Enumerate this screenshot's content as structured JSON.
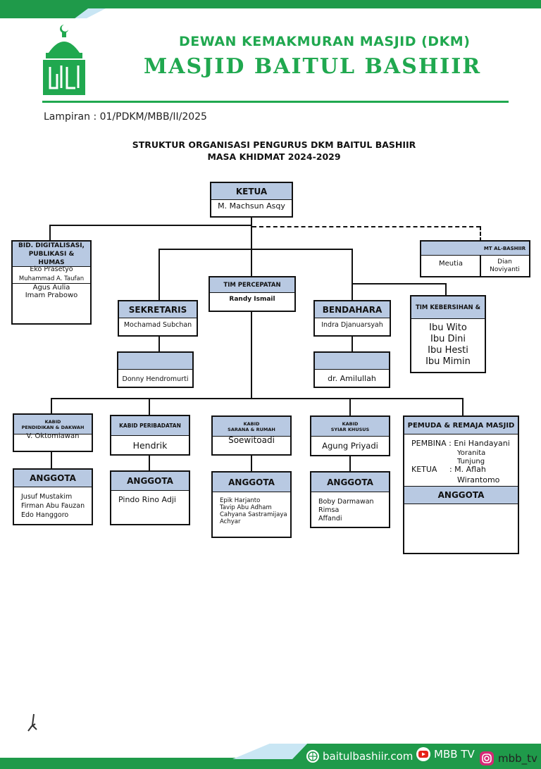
{
  "header": {
    "dkm": "DEWAN KEMAKMURAN MASJID (DKM)",
    "masjid": "MASJID BAITUL BASHIIR",
    "lampiran": "Lampiran : 01/PDKM/MBB/II/2025",
    "title_line1": "STRUKTUR ORGANISASI PENGURUS DKM BAITUL BASHIIR",
    "title_line2": "MASA KHIDMAT 2024-2029"
  },
  "ketua": {
    "title": "KETUA",
    "name": "M. Machsun Asqy"
  },
  "digital": {
    "title": "BID. DIGITALISASI, PUBLIKASI & HUMAS",
    "members": [
      "Eko Prasetyo",
      "Muhammad A. Taufan",
      "Agus Aulia",
      "Imam Prabowo"
    ]
  },
  "mt": {
    "title": "MT AL-BASHIIR",
    "left": "Meutia",
    "right1": "Dian",
    "right2": "Noviyanti"
  },
  "percepatan": {
    "title": "TIM PERCEPATAN",
    "name": "Randy Ismail"
  },
  "sekretaris": {
    "title": "SEKRETARIS",
    "name": "Mochamad Subchan",
    "deputy": "Donny Hendromurti"
  },
  "bendahara": {
    "title": "BENDAHARA",
    "name": "Indra Djanuarsyah",
    "deputy": "dr. Amilullah"
  },
  "kebersihan": {
    "title": "TIM KEBERSIHAN &",
    "members": [
      "Ibu Wito",
      "Ibu Dini",
      "Ibu Hesti",
      "Ibu Mimin"
    ]
  },
  "kabid": [
    {
      "t1": "KABID",
      "t2": "PENDIDIKAN & DAKWAH",
      "name": "V. Oktomiawan",
      "anggota": "ANGGOTA",
      "members": [
        "Jusuf Mustakim",
        "Firman Abu Fauzan",
        "Edo Hanggoro"
      ]
    },
    {
      "t1": "KABID PERIBADATAN",
      "t2": "",
      "name": "Hendrik",
      "anggota": "ANGGOTA",
      "members": [
        "Pindo Rino Adji"
      ]
    },
    {
      "t1": "KABID",
      "t2": "SARANA & RUMAH",
      "name": "Soewitoadi",
      "anggota": "ANGGOTA",
      "members": [
        "Epik Harjanto",
        "Tavip Abu Adham",
        "Cahyana Sastramijaya",
        "Achyar"
      ]
    },
    {
      "t1": "KABID",
      "t2": "SYIAR KHUSUS",
      "name": "Agung Priyadi",
      "anggota": "ANGGOTA",
      "members": [
        "Boby Darmawan",
        "Rimsa",
        "Affandi"
      ]
    }
  ],
  "pemuda": {
    "title": "PEMUDA & REMAJA MASJID",
    "pembina": "PEMBINA : Eni Handayani",
    "pembina2": "Yoranita",
    "pembina3": "Tunjung",
    "ketua": "KETUA     : M. Aflah",
    "ketua2": "Wirantomo",
    "anggota": "ANGGOTA"
  },
  "footer": {
    "web": "baitulbashiir.com",
    "yt": "MBB TV",
    "ig": "mbb_tv"
  },
  "colors": {
    "green": "#20a84f",
    "header_fill": "#b8c9e2"
  }
}
